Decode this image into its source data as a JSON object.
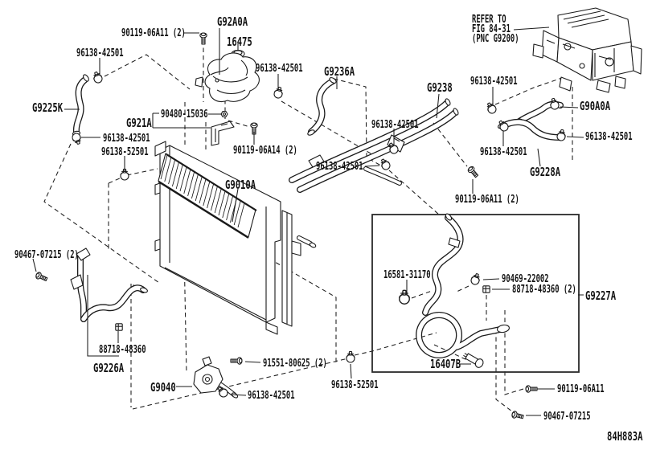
{
  "diagram": {
    "type": "radiator-and-water-pipe-parts-diagram",
    "drawing_code": "84H883A",
    "engine_note": [
      "REFER TO",
      "FIG 84-31",
      "(PNC G9200)"
    ],
    "colors": {
      "line": "#1a1a1a",
      "background": "#ffffff"
    },
    "labels": {
      "l01": "90119-06A11 (2)",
      "l02": "G92A0A",
      "l03": "16475",
      "l04": "96138-42501",
      "l05": "96138-42501",
      "l06": "G9236A",
      "l08": "G9238",
      "l09": "96138-42501",
      "l10": "G90A0A",
      "l11": "96138-42501",
      "l12": "G9225K",
      "l13": "96138-42501",
      "l14": "96138-52501",
      "l15": "G921A",
      "l16": "90480-15036",
      "l17": "90119-06A14 (2)",
      "l18": "96138-42501",
      "l19": "96138-42501",
      "l20": "96138-42501",
      "l21": "G9228A",
      "l22": "90119-06A11 (2)",
      "l23": "90467-07215 (2)",
      "l24": "G9010A",
      "l25": "88718-48360",
      "l26": "G9226A",
      "l27": "G9040",
      "l28": "91551-80625 (2)",
      "l29": "96138-42501",
      "l30": "16581-31170",
      "l31": "90469-22002",
      "l32": "88718-48360 (2)",
      "l33": "G9227A",
      "l34": "16407B",
      "l35": "96138-52501",
      "l36": "90119-06A11",
      "l37": "90467-07215",
      "l38": "84H883A"
    }
  }
}
